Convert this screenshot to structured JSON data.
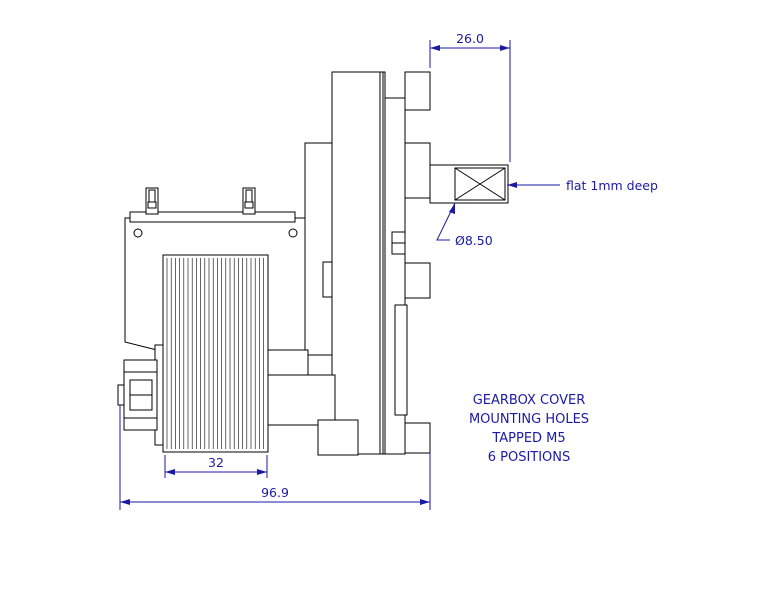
{
  "colors": {
    "line": "#000000",
    "dimension": "#1a1aa6",
    "background": "#ffffff"
  },
  "dimensions": {
    "shaft_length": "26.0",
    "shaft_diameter": "Ø8.50",
    "coil_width": "32",
    "overall_width": "96.9"
  },
  "callouts": {
    "shaft_flat": "flat 1mm deep"
  },
  "note_lines": [
    "GEARBOX COVER",
    "MOUNTING HOLES",
    "TAPPED M5",
    "6 POSITIONS"
  ]
}
